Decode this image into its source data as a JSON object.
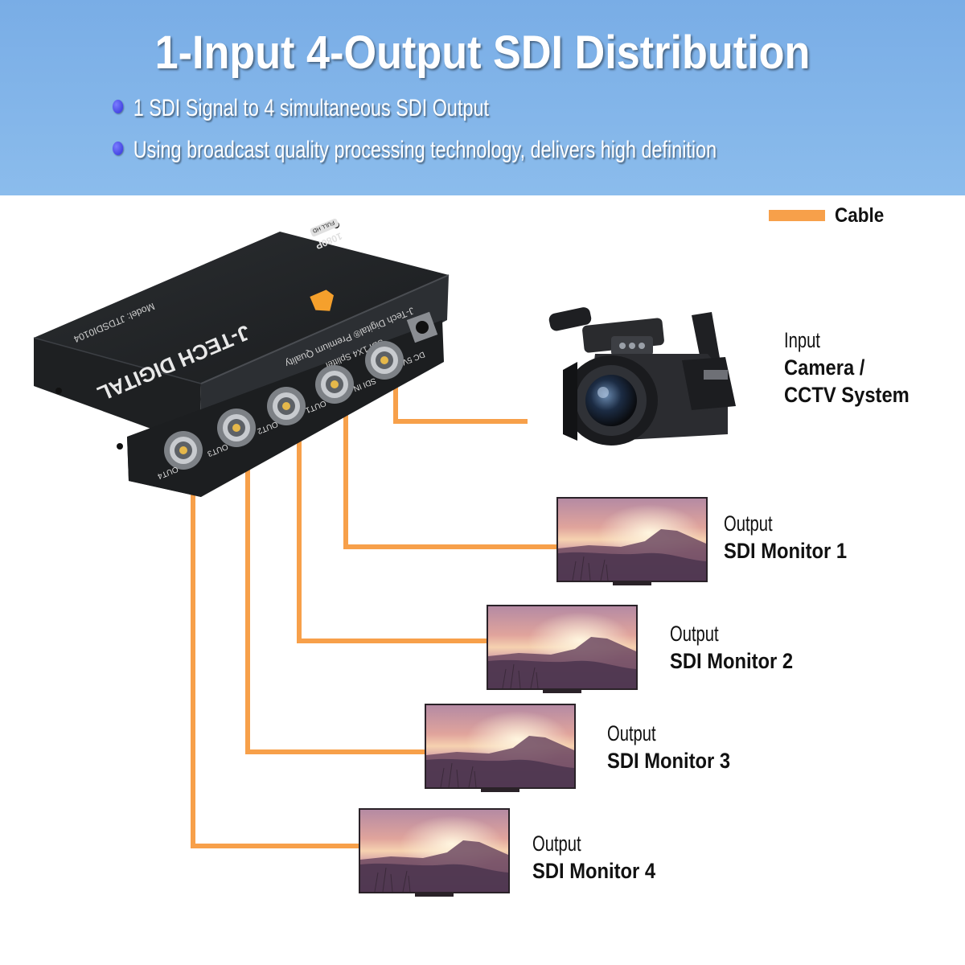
{
  "header": {
    "title": "1-Input 4-Output SDI Distribution",
    "bullets": [
      "1 SDI Signal to 4 simultaneous SDI Output",
      "Using broadcast quality processing technology, delivers high definition"
    ]
  },
  "legend": {
    "label": "Cable",
    "color": "#f7a04a"
  },
  "device": {
    "brand": "J-TECH DIGITAL",
    "tagline": "J-Tech Digital® Premium Quality",
    "product": "SDI 1X4 Splitter",
    "model": "Model: JTDSDI0104",
    "resolution": "1080P",
    "badge": "FULL HD",
    "ports": [
      "DC 5V",
      "SDI IN",
      "OUT1",
      "OUT2",
      "OUT3",
      "OUT4"
    ]
  },
  "input": {
    "caption": "Input",
    "name_line1": "Camera /",
    "name_line2": "CCTV System"
  },
  "outputs": [
    {
      "caption": "Output",
      "name": "SDI Monitor 1"
    },
    {
      "caption": "Output",
      "name": "SDI Monitor 2"
    },
    {
      "caption": "Output",
      "name": "SDI Monitor 3"
    },
    {
      "caption": "Output",
      "name": "SDI Monitor 4"
    }
  ]
}
